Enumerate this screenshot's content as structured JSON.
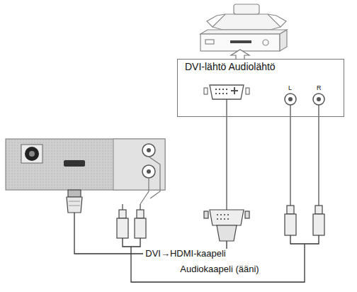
{
  "diagram": {
    "nodes": [
      {
        "text": [
          "DVI-lähtö Audiolähtö"
        ]
      }
    ],
    "labels": [
      "L",
      "R",
      "DVI→HDMI-kaapeli",
      "Audiokaapeli (ääni)"
    ]
  }
}
